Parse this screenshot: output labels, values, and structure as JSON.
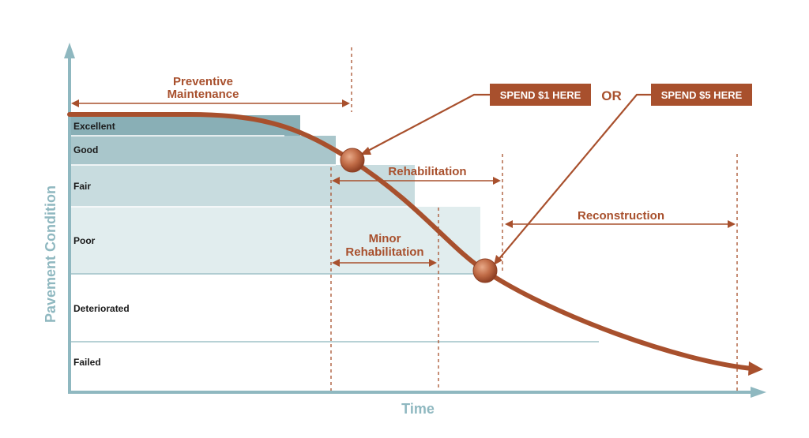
{
  "colors": {
    "accent": "#a8502d",
    "axis": "#8fb8c0",
    "excellent": "#89afb6",
    "good": "#a9c6cb",
    "fair": "#c8dcdf",
    "poor": "#e1edee",
    "white": "#ffffff"
  },
  "axes": {
    "y_label": "Pavement Condition",
    "x_label": "Time"
  },
  "conditions": [
    "Excellent",
    "Good",
    "Fair",
    "Poor",
    "Deteriorated",
    "Failed"
  ],
  "phases": {
    "preventive": [
      "Preventive",
      "Maintenance"
    ],
    "rehabilitation": "Rehabilitation",
    "minor": [
      "Minor",
      "Rehabilitation"
    ],
    "reconstruction": "Reconstruction"
  },
  "callouts": {
    "spend1": "SPEND $1 HERE",
    "or": "OR",
    "spend5": "SPEND $5 HERE"
  }
}
